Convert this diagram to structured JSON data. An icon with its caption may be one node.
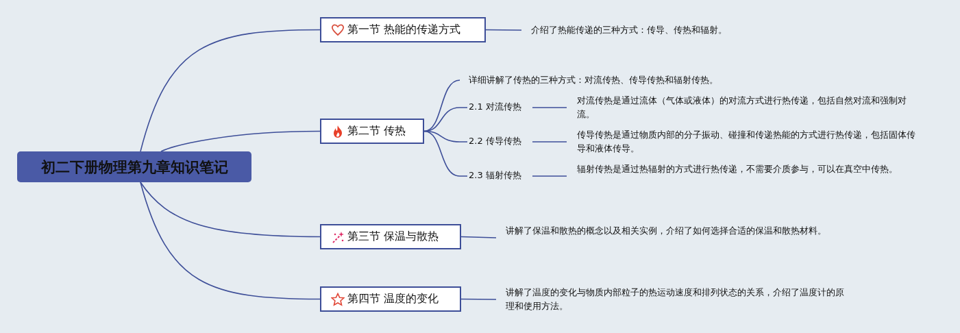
{
  "diagram": {
    "nodes": [
      {
        "text": [
          "初二下册物理第九章知识笔记"
        ]
      },
      {
        "text": [
          "第一节 热能的传递方式"
        ]
      },
      {
        "text": [
          "介绍了热能传递的三种方式：传导、传热和辐射。"
        ]
      },
      {
        "text": [
          "第二节 传热"
        ]
      },
      {
        "text": [
          "详细讲解了传热的三种方式：对流传热、传导传热和辐射传热。"
        ]
      },
      {
        "text": [
          "2.1 对流传热"
        ]
      },
      {
        "text": [
          "对流传热是通过流体（气体或液体）的对流方式进行热传递，包括自然对流和强制对流。"
        ]
      },
      {
        "text": [
          "2.2 传导传热"
        ]
      },
      {
        "text": [
          "传导传热是通过物质内部的分子振动、碰撞和传递热能的方式进行热传递，包括固体传导和液体传导。"
        ]
      },
      {
        "text": [
          "2.3 辐射传热"
        ]
      },
      {
        "text": [
          "辐射传热是通过热辐射的方式进行热传递，不需要介质参与，可以在真空中传热。"
        ]
      },
      {
        "text": [
          "第三节 保温与散热"
        ]
      },
      {
        "text": [
          "讲解了保温和散热的概念以及相关实例，介绍了如何选择合适的保温和散热材料。"
        ]
      },
      {
        "text": [
          "第四节 温度的变化"
        ]
      },
      {
        "text": [
          "讲解了温度的变化与物质内部粒子的热运动速度和排列状态的关系，介绍了温度计的原理和使用方法。"
        ]
      }
    ],
    "edges": [
      {
        "from": 0,
        "to": 1,
        "arrow": "none"
      },
      {
        "from": 1,
        "to": 2,
        "arrow": "none"
      },
      {
        "from": 0,
        "to": 3,
        "arrow": "none"
      },
      {
        "from": 3,
        "to": 4,
        "arrow": "none"
      },
      {
        "from": 3,
        "to": 5,
        "arrow": "none"
      },
      {
        "from": 5,
        "to": 6,
        "arrow": "none"
      },
      {
        "from": 3,
        "to": 7,
        "arrow": "none"
      },
      {
        "from": 7,
        "to": 8,
        "arrow": "none"
      },
      {
        "from": 3,
        "to": 9,
        "arrow": "none"
      },
      {
        "from": 9,
        "to": 10,
        "arrow": "none"
      },
      {
        "from": 0,
        "to": 11,
        "arrow": "none"
      },
      {
        "from": 11,
        "to": 12,
        "arrow": "none"
      },
      {
        "from": 0,
        "to": 13,
        "arrow": "none"
      },
      {
        "from": 13,
        "to": 14,
        "arrow": "none"
      }
    ]
  }
}
